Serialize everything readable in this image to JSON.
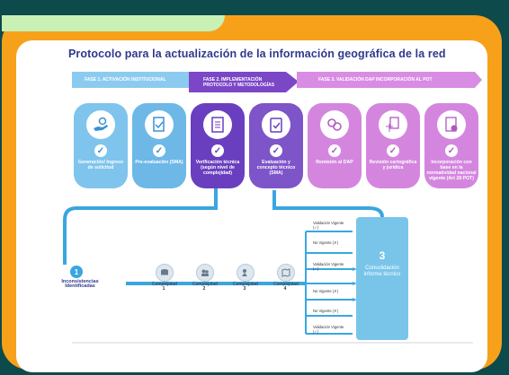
{
  "title": "Protocolo para la actualización de la información geográfica de la red",
  "phases": [
    {
      "label": "FASE 1. ACTIVACIÓN INSTITUCIONAL"
    },
    {
      "label": "FASE 2. IMPLEMENTACIÓN PROTOCOLO Y METODOLOGÍAS"
    },
    {
      "label": "FASE 3. VALIDACIÓN DAP INCORPORACIÓN AL POT"
    }
  ],
  "steps": [
    {
      "label": "Generación/ Ingreso de solicitud",
      "icon": "hand-gear-icon"
    },
    {
      "label": "Pre-evaluación (SMA)",
      "icon": "document-check-icon"
    },
    {
      "label": "Verificación técnica (según nivel de complejidad)",
      "icon": "checklist-icon"
    },
    {
      "label": "Evaluación y concepto técnico (SMA)",
      "icon": "clipboard-check-icon"
    },
    {
      "label": "Remisión al DAP",
      "icon": "transfer-icon"
    },
    {
      "label": "Revisión cartográfica y jurídica",
      "icon": "scales-document-icon"
    },
    {
      "label": "Incorporación con base en la normatividad nacional vigente (Art 28 POT)",
      "icon": "seal-document-icon"
    }
  ],
  "inconsistencias": {
    "number": "1",
    "label": "Inconsistencias Identificadas"
  },
  "complexity": [
    {
      "label": "Complejidad",
      "n": "1"
    },
    {
      "label": "Complejidad",
      "n": "2"
    },
    {
      "label": "Complejidad",
      "n": "3"
    },
    {
      "label": "Complejidad",
      "n": "4"
    }
  ],
  "validation": [
    {
      "label": "Validación Vigente (✓)"
    },
    {
      "label": "No Vigente (✗)"
    },
    {
      "label": "Validación Vigente (✓)"
    },
    {
      "label": "No Vigente (✗)"
    },
    {
      "label": "No Vigente (✗)"
    },
    {
      "label": "Validación Vigente (✓)"
    }
  ],
  "final": {
    "number": "3",
    "label": "Consolidación informe técnico"
  },
  "colors": {
    "bg": "#0d4a4c",
    "frame": "#f7a11b",
    "tab": "#c9f0b5",
    "title": "#2e3a8c"
  }
}
